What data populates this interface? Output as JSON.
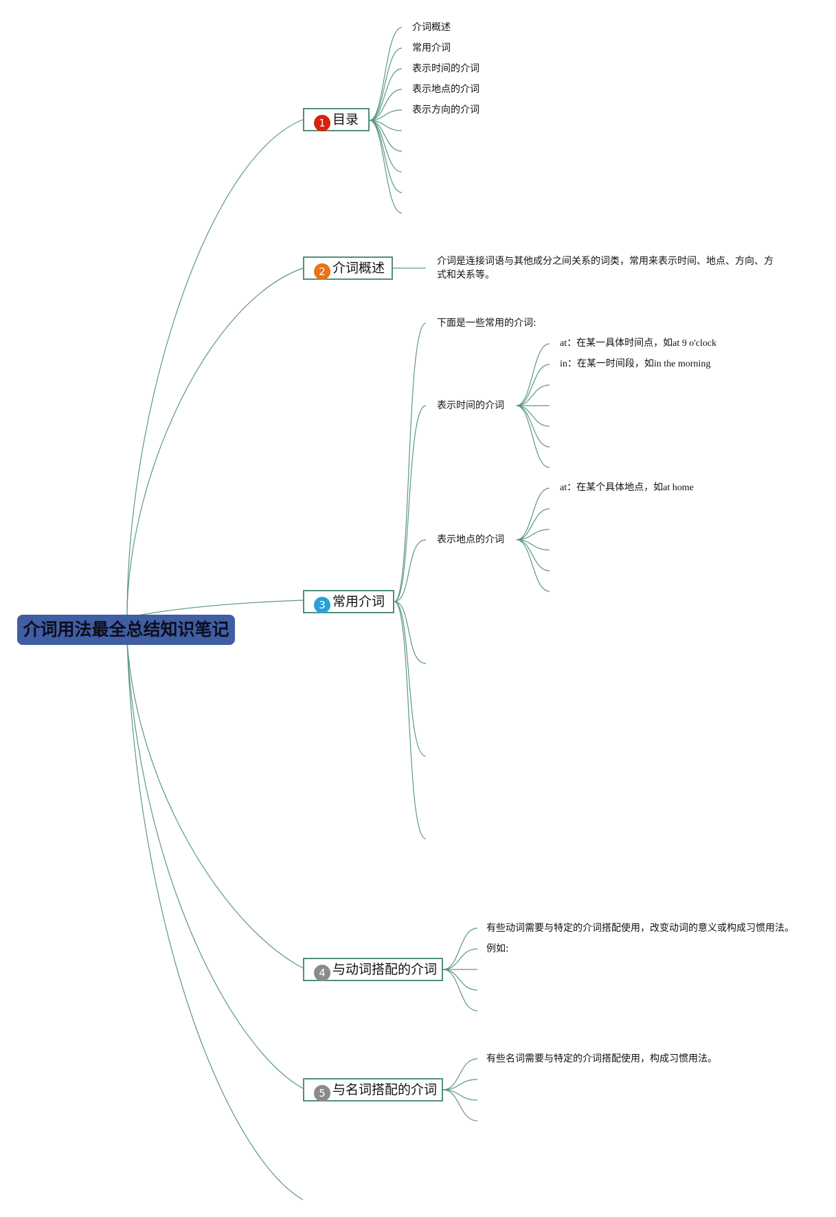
{
  "colors": {
    "root_fill": "#3f5ea3",
    "line": "#5a9784",
    "topic_border": "#4f8f7a",
    "badge_1": "#d9230f",
    "badge_2": "#e8731a",
    "badge_3": "#2a9fd8",
    "badge_4": "#8a8a8a",
    "badge_5": "#8a8a8a"
  },
  "root": {
    "title": "介词用法最全总结知识笔记"
  },
  "topics": [
    {
      "num": "1",
      "label": "目录"
    },
    {
      "num": "2",
      "label": "介词概述"
    },
    {
      "num": "3",
      "label": "常用介词"
    },
    {
      "num": "4",
      "label": "与动词搭配的介词"
    },
    {
      "num": "5",
      "label": "与名词搭配的介词"
    }
  ],
  "toc": [
    "介词概述",
    "常用介词",
    "表示时间的介词",
    "表示地点的介词",
    "表示方向的介词"
  ],
  "overview": {
    "text": "介词是连接词语与其他成分之间关系的词类，常用来表示时间、地点、方向、方式和关系等。"
  },
  "common": {
    "intro": "下面是一些常用的介词:",
    "time_label": "表示时间的介词",
    "time_items": [
      "at：在某一具体时间点，如at 9 o'clock",
      "in：在某一时间段，如in the morning"
    ],
    "place_label": "表示地点的介词",
    "place_items": [
      "at：在某个具体地点，如at home"
    ]
  },
  "verb": {
    "text": "有些动词需要与特定的介词搭配使用，改变动词的意义或构成习惯用法。",
    "example": "例如:"
  },
  "noun": {
    "text": "有些名词需要与特定的介词搭配使用，构成习惯用法。"
  }
}
